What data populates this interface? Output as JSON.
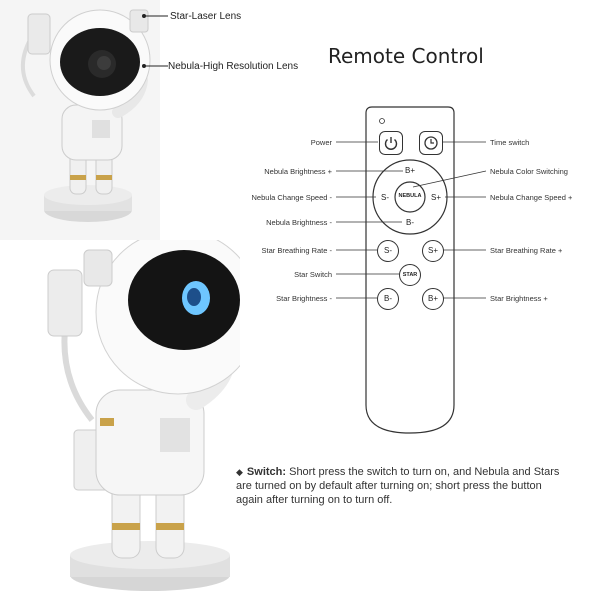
{
  "header": {
    "title": "Remote Control"
  },
  "product_labels": {
    "star_laser_lens": "Star-Laser Lens",
    "nebula_lens": "Nebula-High Resolution Lens"
  },
  "remote": {
    "buttons": {
      "power_icon": "power-icon",
      "timer_icon": "timer-icon",
      "nebula_brightness_up": "B+",
      "nebula_speed_down": "S-",
      "nebula_center": "NEBULA",
      "nebula_speed_up": "S+",
      "nebula_brightness_down": "B-",
      "star_breathing_down": "S-",
      "star_breathing_up": "S+",
      "star_switch": "STAR",
      "star_brightness_down": "B-",
      "star_brightness_up": "B+"
    },
    "labels_left": {
      "power": "Power",
      "nebula_brightness_plus": "Nebula Brightness +",
      "nebula_change_speed_minus": "Nebula Change Speed -",
      "nebula_brightness_minus": "Nebula Brightness -",
      "star_breathing_rate_minus": "Star Breathing Rate -",
      "star_switch": "Star Switch",
      "star_brightness_minus": "Star Brightness -"
    },
    "labels_right": {
      "time_switch": "Time switch",
      "nebula_color_switching": "Nebula Color Switching",
      "nebula_change_speed_plus": "Nebula Change Speed +",
      "star_breathing_rate_plus": "Star Breathing Rate +",
      "star_brightness_plus": "Star Brightness +"
    }
  },
  "note": {
    "bullet": "◆",
    "heading": "Switch:",
    "text": " Short press the switch to turn on, and Nebula and Stars are turned on by default after turning on; short press the button again after turning on to turn off."
  },
  "colors": {
    "accent_gold": "#c9a24a",
    "lens_blue": "#6ec6ff",
    "visor": "#1a1a1a"
  }
}
